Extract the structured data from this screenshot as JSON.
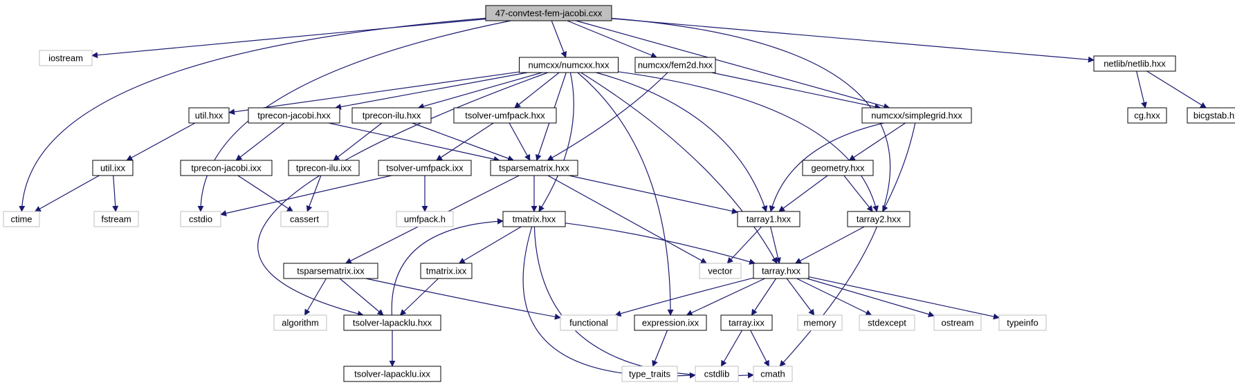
{
  "colors": {
    "edge": "#191970",
    "node_border": "#000000",
    "external_border": "#bfbfbf",
    "root_fill": "#bfbfbf",
    "node_fill": "#ffffff",
    "background": "#ffffff"
  },
  "nodes": [
    {
      "id": "root",
      "label": "47-convtest-fem-jacobi.cxx",
      "style": "root"
    },
    {
      "id": "iostream",
      "label": "iostream",
      "style": "external"
    },
    {
      "id": "numcxx",
      "label": "numcxx/numcxx.hxx",
      "style": "local"
    },
    {
      "id": "fem2d",
      "label": "numcxx/fem2d.hxx",
      "style": "local"
    },
    {
      "id": "netlib",
      "label": "netlib/netlib.hxx",
      "style": "local"
    },
    {
      "id": "utilhxx",
      "label": "util.hxx",
      "style": "local"
    },
    {
      "id": "tpjhxx",
      "label": "tprecon-jacobi.hxx",
      "style": "local"
    },
    {
      "id": "tpihxx",
      "label": "tprecon-ilu.hxx",
      "style": "local"
    },
    {
      "id": "tsumfhxx",
      "label": "tsolver-umfpack.hxx",
      "style": "local"
    },
    {
      "id": "simplegrid",
      "label": "numcxx/simplegrid.hxx",
      "style": "local"
    },
    {
      "id": "cghxx",
      "label": "cg.hxx",
      "style": "local"
    },
    {
      "id": "bicg",
      "label": "bicgstab.hxx",
      "style": "local"
    },
    {
      "id": "utilixx",
      "label": "util.ixx",
      "style": "local"
    },
    {
      "id": "tpjixx",
      "label": "tprecon-jacobi.ixx",
      "style": "local"
    },
    {
      "id": "tpiixx",
      "label": "tprecon-ilu.ixx",
      "style": "local"
    },
    {
      "id": "tsumfixx",
      "label": "tsolver-umfpack.ixx",
      "style": "local"
    },
    {
      "id": "tsphxx",
      "label": "tsparsematrix.hxx",
      "style": "local"
    },
    {
      "id": "geom",
      "label": "geometry.hxx",
      "style": "local"
    },
    {
      "id": "ctime",
      "label": "ctime",
      "style": "external"
    },
    {
      "id": "fstream",
      "label": "fstream",
      "style": "external"
    },
    {
      "id": "cstdio",
      "label": "cstdio",
      "style": "external"
    },
    {
      "id": "cassert",
      "label": "cassert",
      "style": "external"
    },
    {
      "id": "umfpackh",
      "label": "umfpack.h",
      "style": "external"
    },
    {
      "id": "tmhxx",
      "label": "tmatrix.hxx",
      "style": "local"
    },
    {
      "id": "ta1",
      "label": "tarray1.hxx",
      "style": "local"
    },
    {
      "id": "ta2",
      "label": "tarray2.hxx",
      "style": "local"
    },
    {
      "id": "tspixx",
      "label": "tsparsematrix.ixx",
      "style": "local"
    },
    {
      "id": "tmixx",
      "label": "tmatrix.ixx",
      "style": "local"
    },
    {
      "id": "vector",
      "label": "vector",
      "style": "external"
    },
    {
      "id": "tarray",
      "label": "tarray.hxx",
      "style": "local"
    },
    {
      "id": "algorithm",
      "label": "algorithm",
      "style": "external"
    },
    {
      "id": "tslhxx",
      "label": "tsolver-lapacklu.hxx",
      "style": "local"
    },
    {
      "id": "functional",
      "label": "functional",
      "style": "external"
    },
    {
      "id": "exprixx",
      "label": "expression.ixx",
      "style": "local"
    },
    {
      "id": "taixx",
      "label": "tarray.ixx",
      "style": "local"
    },
    {
      "id": "memory",
      "label": "memory",
      "style": "external"
    },
    {
      "id": "stdexcept",
      "label": "stdexcept",
      "style": "external"
    },
    {
      "id": "ostream",
      "label": "ostream",
      "style": "external"
    },
    {
      "id": "typeinfo",
      "label": "typeinfo",
      "style": "external"
    },
    {
      "id": "tslixx",
      "label": "tsolver-lapacklu.ixx",
      "style": "local"
    },
    {
      "id": "typetraits",
      "label": "type_traits",
      "style": "external"
    },
    {
      "id": "cstdlib",
      "label": "cstdlib",
      "style": "external"
    },
    {
      "id": "cmath",
      "label": "cmath",
      "style": "external"
    }
  ],
  "edges": [
    [
      "root",
      "ctime"
    ],
    [
      "root",
      "iostream"
    ],
    [
      "root",
      "cstdio"
    ],
    [
      "root",
      "numcxx"
    ],
    [
      "root",
      "fem2d"
    ],
    [
      "root",
      "simplegrid"
    ],
    [
      "root",
      "netlib"
    ],
    [
      "root",
      "cmath"
    ],
    [
      "numcxx",
      "utilhxx"
    ],
    [
      "numcxx",
      "tpjhxx"
    ],
    [
      "numcxx",
      "tpihxx"
    ],
    [
      "numcxx",
      "tsumfhxx"
    ],
    [
      "numcxx",
      "tsphxx"
    ],
    [
      "numcxx",
      "tmhxx"
    ],
    [
      "numcxx",
      "ta1"
    ],
    [
      "numcxx",
      "ta2"
    ],
    [
      "numcxx",
      "tarray"
    ],
    [
      "numcxx",
      "exprixx"
    ],
    [
      "numcxx",
      "tslhxx"
    ],
    [
      "fem2d",
      "simplegrid"
    ],
    [
      "fem2d",
      "tsphxx"
    ],
    [
      "netlib",
      "cghxx"
    ],
    [
      "netlib",
      "bicg"
    ],
    [
      "utilhxx",
      "utilixx"
    ],
    [
      "utilixx",
      "ctime"
    ],
    [
      "utilixx",
      "fstream"
    ],
    [
      "tpjhxx",
      "tpjixx"
    ],
    [
      "tpjhxx",
      "tsphxx"
    ],
    [
      "tpjixx",
      "cassert"
    ],
    [
      "tpihxx",
      "tpiixx"
    ],
    [
      "tpihxx",
      "tsphxx"
    ],
    [
      "tpiixx",
      "cassert"
    ],
    [
      "tsumfhxx",
      "tsumfixx"
    ],
    [
      "tsumfhxx",
      "tsphxx"
    ],
    [
      "tsumfixx",
      "cstdio"
    ],
    [
      "tsumfixx",
      "umfpackh"
    ],
    [
      "simplegrid",
      "geom"
    ],
    [
      "simplegrid",
      "ta1"
    ],
    [
      "simplegrid",
      "ta2"
    ],
    [
      "geom",
      "ta1"
    ],
    [
      "geom",
      "ta2"
    ],
    [
      "tsphxx",
      "tmhxx"
    ],
    [
      "tsphxx",
      "ta1"
    ],
    [
      "tsphxx",
      "vector"
    ],
    [
      "tsphxx",
      "tspixx"
    ],
    [
      "tmhxx",
      "tmixx"
    ],
    [
      "tmhxx",
      "tarray"
    ],
    [
      "tmhxx",
      "cstdlib"
    ],
    [
      "tmhxx",
      "cmath"
    ],
    [
      "ta1",
      "vector"
    ],
    [
      "ta1",
      "tarray"
    ],
    [
      "ta2",
      "tarray"
    ],
    [
      "tspixx",
      "algorithm"
    ],
    [
      "tspixx",
      "tslhxx"
    ],
    [
      "tspixx",
      "functional"
    ],
    [
      "tmixx",
      "tslhxx"
    ],
    [
      "tslhxx",
      "tmhxx"
    ],
    [
      "tslhxx",
      "tslixx"
    ],
    [
      "tarray",
      "functional"
    ],
    [
      "tarray",
      "exprixx"
    ],
    [
      "tarray",
      "taixx"
    ],
    [
      "tarray",
      "memory"
    ],
    [
      "tarray",
      "stdexcept"
    ],
    [
      "tarray",
      "ostream"
    ],
    [
      "tarray",
      "typeinfo"
    ],
    [
      "exprixx",
      "typetraits"
    ],
    [
      "taixx",
      "cstdlib"
    ],
    [
      "taixx",
      "cmath"
    ]
  ]
}
